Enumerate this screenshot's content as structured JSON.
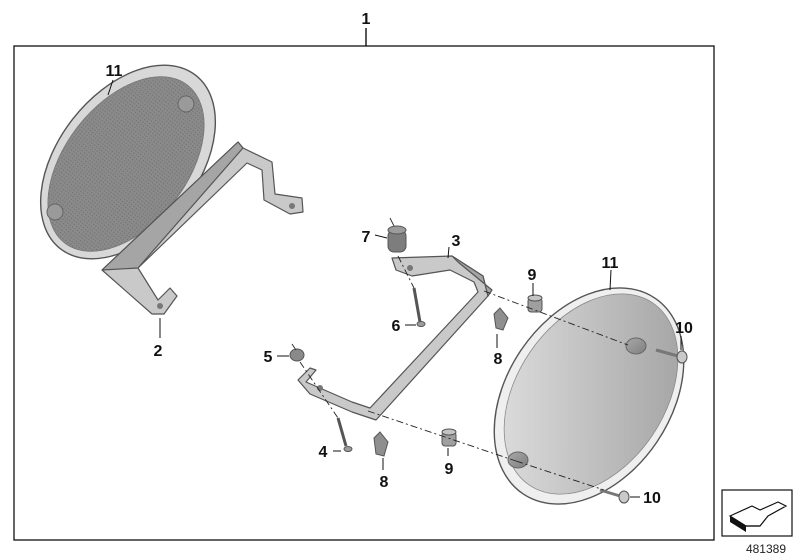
{
  "diagram": {
    "callouts": {
      "c1": "1",
      "c2": "2",
      "c3": "3",
      "c4": "4",
      "c5": "5",
      "c6": "6",
      "c7": "7",
      "c8a": "8",
      "c8b": "8",
      "c9a": "9",
      "c9b": "9",
      "c10a": "10",
      "c10b": "10",
      "c11a": "11",
      "c11b": "11"
    },
    "document_number": "481389"
  },
  "colors": {
    "line": "#111111",
    "part_fill": "#c3c3c3",
    "part_dark": "#8e8e8e",
    "outline": "#555555"
  },
  "icons": {
    "corner_symbol": "arrow-symbol-icon"
  }
}
